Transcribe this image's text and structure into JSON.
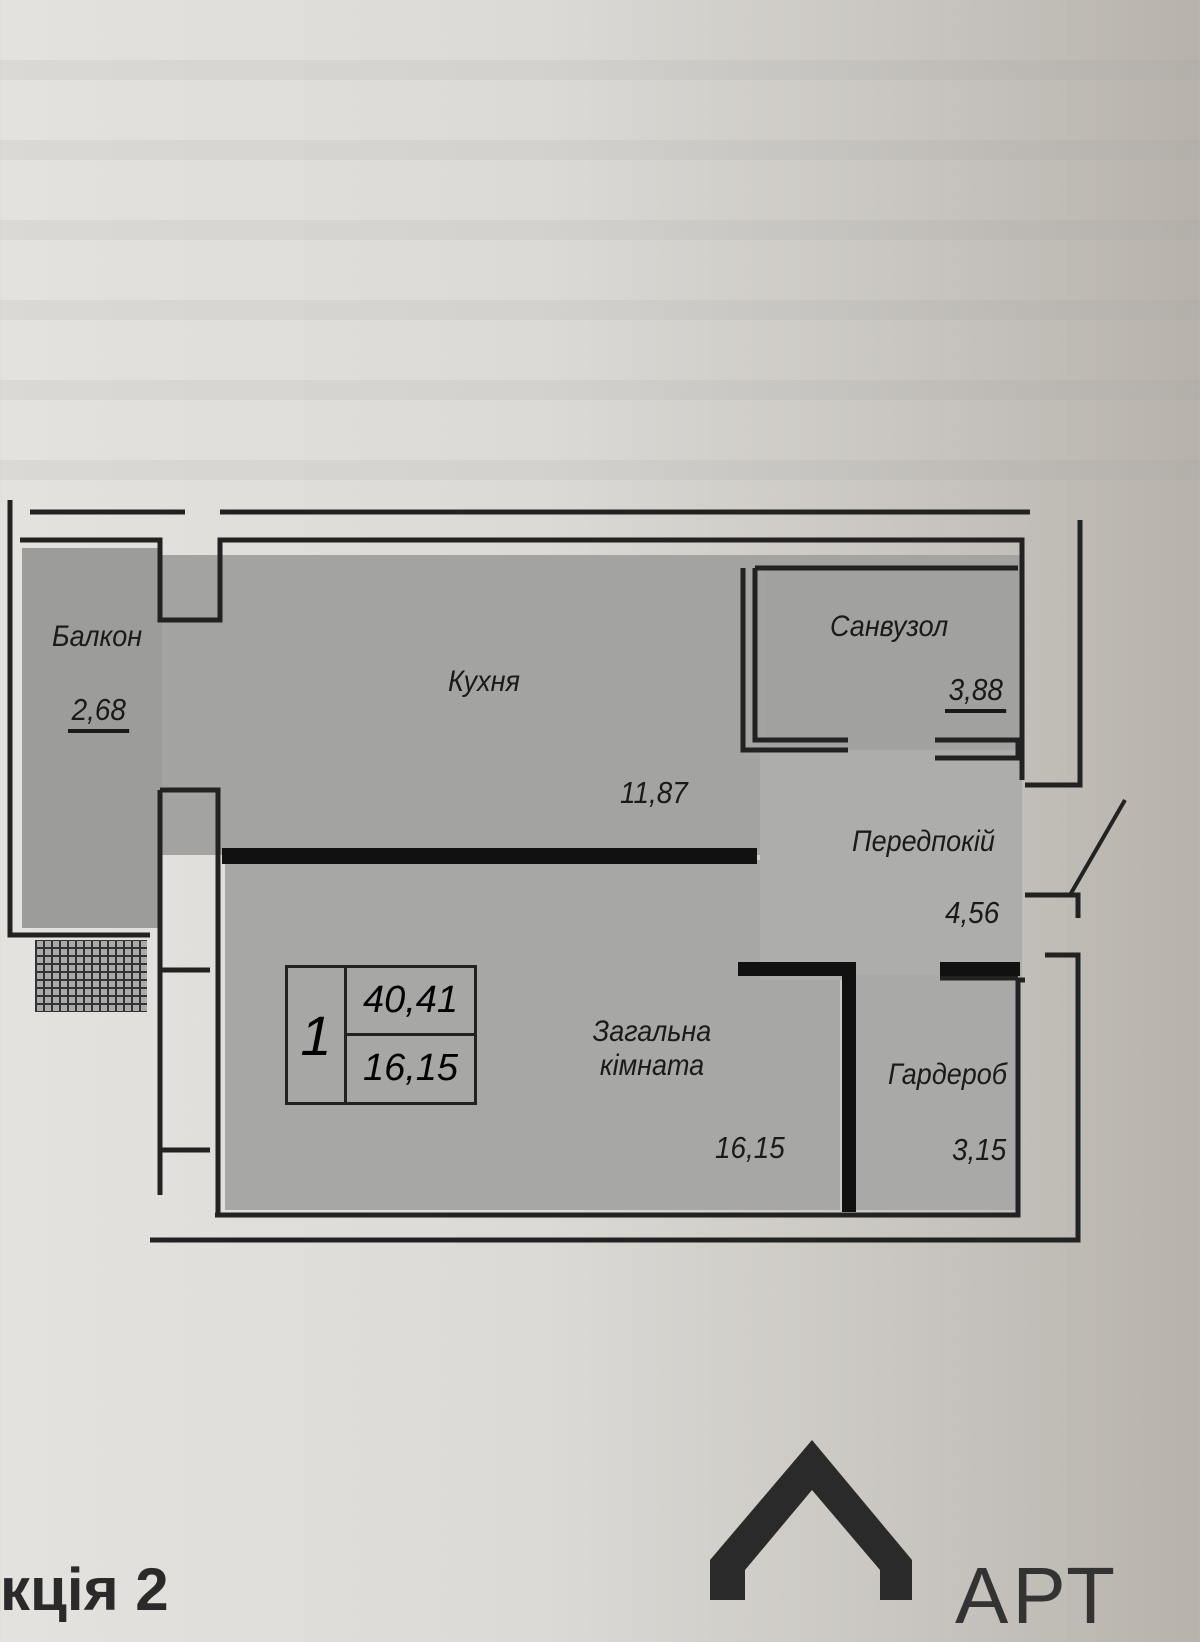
{
  "plan": {
    "rooms": [
      {
        "name": "Балкон",
        "area": "2,68"
      },
      {
        "name": "Кухня",
        "area": "11,87"
      },
      {
        "name": "Санвузол",
        "area": "3,88"
      },
      {
        "name": "Передпокій",
        "area": "4,56"
      },
      {
        "name": "Загальна кімната",
        "area": "16,15"
      },
      {
        "name": "Гардероб",
        "area": "3,15"
      }
    ],
    "summary": {
      "rooms_count": "1",
      "total_area": "40,41",
      "living_area": "16,15"
    }
  },
  "footer": {
    "caption": "кція 2",
    "logo_text": "АРТ"
  }
}
